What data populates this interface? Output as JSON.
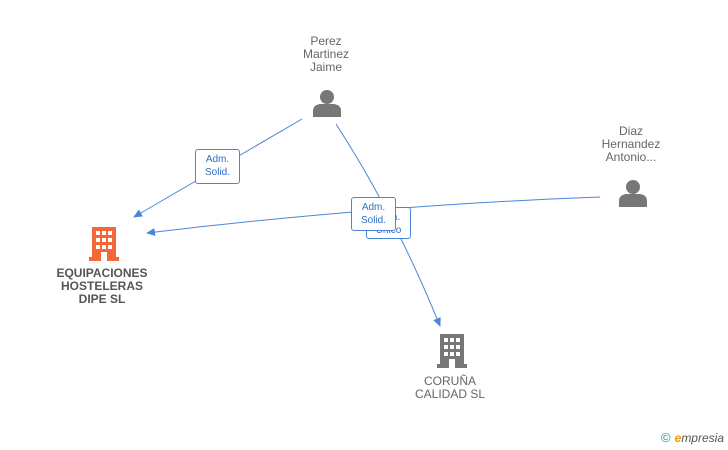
{
  "nodes": {
    "company_main": {
      "label": "EQUIPACIONES\nHOSTELERAS\nDIPE SL",
      "color": "#f26a3a"
    },
    "company_second": {
      "label": "CORUÑA\nCALIDAD SL",
      "color": "#777777"
    },
    "person_perez": {
      "label": "Perez\nMartinez\nJaime",
      "color": "#777777"
    },
    "person_diaz": {
      "label": "Diaz\nHernandez\nAntonio...",
      "color": "#777777"
    }
  },
  "edges": {
    "perez_to_main": {
      "label": "Adm.\nSolid."
    },
    "diaz_to_main": {
      "label": "Adm.\nSolid."
    },
    "perez_to_second": {
      "label": "Adm.\nUnico"
    }
  },
  "icons": {
    "company": "building-icon",
    "person": "person-icon"
  },
  "colors": {
    "edge": "#4a86d8"
  },
  "footer": {
    "copyright_symbol": "©",
    "brand_initial": "e",
    "brand_rest": "mpresia"
  }
}
